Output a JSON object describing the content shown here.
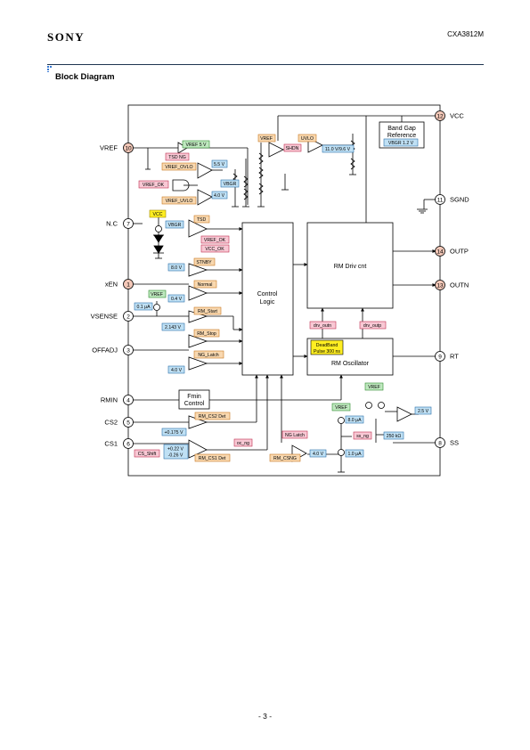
{
  "header": {
    "logo": "SONY",
    "part_number": "CXA3812M"
  },
  "section": {
    "title": "Block Diagram"
  },
  "footer": {
    "page": "- 3 -"
  },
  "colors": {
    "pin_highlight": "#f4c8b8",
    "tag_green": "#bfe8bf",
    "tag_orange": "#f8d8b0",
    "tag_blue": "#bfe0f4",
    "tag_pink": "#f8c8d4",
    "tag_yellow": "#ffee22",
    "rule": "#1f3550"
  },
  "pins": {
    "vref": {
      "num": "10",
      "label": "VREF"
    },
    "nc": {
      "num": "7",
      "label": "N.C"
    },
    "xen": {
      "num": "1",
      "label": "xEN"
    },
    "vsense": {
      "num": "2",
      "label": "VSENSE"
    },
    "offadj": {
      "num": "3",
      "label": "OFFADJ"
    },
    "rmin": {
      "num": "4",
      "label": "RMIN"
    },
    "cs2": {
      "num": "5",
      "label": "CS2"
    },
    "cs1": {
      "num": "6",
      "label": "CS1"
    },
    "vcc": {
      "num": "12",
      "label": "VCC"
    },
    "sgnd": {
      "num": "11",
      "label": "SGND"
    },
    "outp": {
      "num": "14",
      "label": "OUTP"
    },
    "outn": {
      "num": "13",
      "label": "OUTN"
    },
    "rt": {
      "num": "9",
      "label": "RT"
    },
    "ss": {
      "num": "8",
      "label": "SS"
    }
  },
  "blocks": {
    "control_logic": {
      "line1": "Control",
      "line2": "Logic"
    },
    "rm_driv": "RM Driv cnt",
    "rm_osc": "RM Oscillator",
    "deadband": {
      "line1": "DeadBand",
      "line2": "Pulse 300 ns"
    },
    "fmin": {
      "line1": "Fmin",
      "line2": "Control"
    },
    "bandgap": {
      "line1": "Band Gap",
      "line2": "Reference",
      "tag": "VBGR 1.2 V"
    }
  },
  "labels": {
    "vref_5v": "VREF 5 V",
    "tsd_ng": "TSD NG",
    "vref_ovlo": "VREF_OVLO",
    "v55": "5.5 V",
    "vref_ok_a": "VREF_OK",
    "vbgr_a": "VBGR",
    "v40_a": "4.0 V",
    "vref_uvlo": "VREF_UVLO",
    "vref_top": "VREF",
    "uvlo": "UVLO",
    "shtdwn": "SHDN",
    "uvlo_th": "11.0 V/9.6 V",
    "vcc_tag": "VCC",
    "vbgr_b": "VBGR",
    "tsd": "TSD",
    "vref_ok_b": "VREF_OK",
    "vcc_ok": "VCC_OK",
    "stnby": "STNBY",
    "v80": "8.0 V",
    "vref_xen": "VREF",
    "i01": "0.1 μA",
    "normal": "Normal",
    "v04": "0.4 V",
    "rm_start": "RM_Start",
    "v2143": "2.143 V",
    "rm_stop": "RM_Stop",
    "ng_latch_a": "NG_Latch",
    "v40_b": "4.0 V",
    "rm_cs2_det": "RM_CS2 Det",
    "v0175": "+0.175 V",
    "v022": "+0.22 V",
    "v026": "-0.26 V",
    "cs_shift": "CS_Shift",
    "rm_cs1_det": "RM_CS1 Det",
    "oc_ng": "oc_ng",
    "ng_latch_b": "NG Latch",
    "rm_csng": "RM_CSNG",
    "v40_c": "4.0 V",
    "vref_ss1": "VREF",
    "i80": "8.0 μA",
    "vref_ss2": "VREF",
    "ss_ng": "ss_ng",
    "i10": "1.0 μA",
    "r250": "250 kΩ",
    "v25": "2.5 V",
    "drv_outn": "drv_outn",
    "drv_outp": "drv_outp"
  }
}
